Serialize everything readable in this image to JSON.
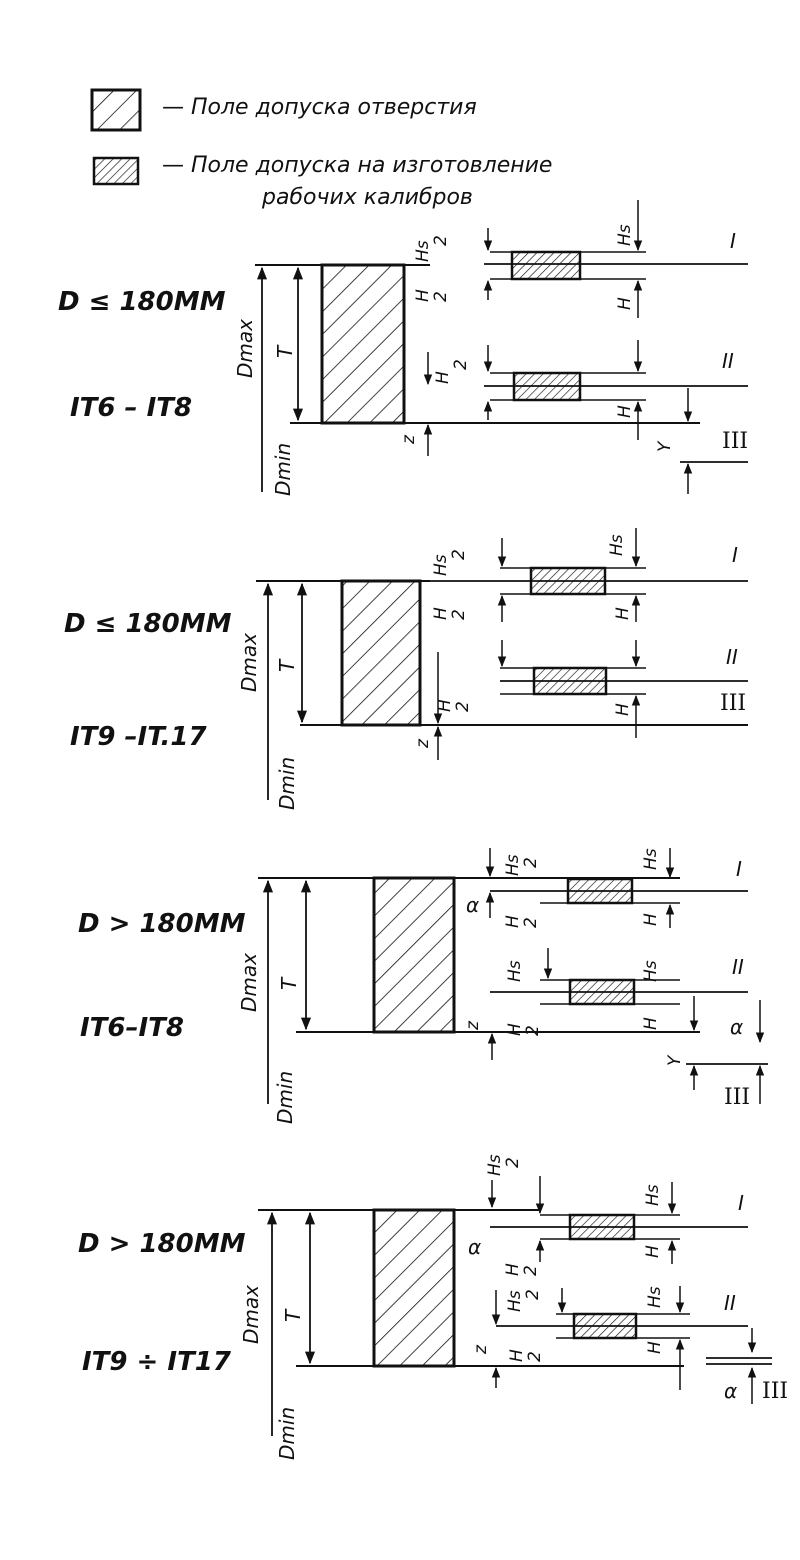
{
  "legend": [
    {
      "text": "— Поле допуска отверстия"
    },
    {
      "text": "— Поле допуска на изготовление",
      "text2": "рабочих калибров"
    }
  ],
  "labels": {
    "dmax": "Dmax",
    "dmin": "Dmin",
    "t": "T",
    "h": "H",
    "hs": "Hs",
    "two": "2",
    "z": "z",
    "y": "Y",
    "alpha": "α",
    "gauge_I": "I",
    "gauge_II": "II",
    "gauge_III": "III"
  },
  "diagrams": [
    {
      "condition": "D ≤ 180MM",
      "grade": "IT6 – IT8"
    },
    {
      "condition": "D ≤ 180MM",
      "grade": "IT9 –IT.17"
    },
    {
      "condition": "D > 180MM",
      "grade": "IT6–IT8"
    },
    {
      "condition": "D > 180MM",
      "grade": "IT9 ÷ IT17"
    }
  ]
}
